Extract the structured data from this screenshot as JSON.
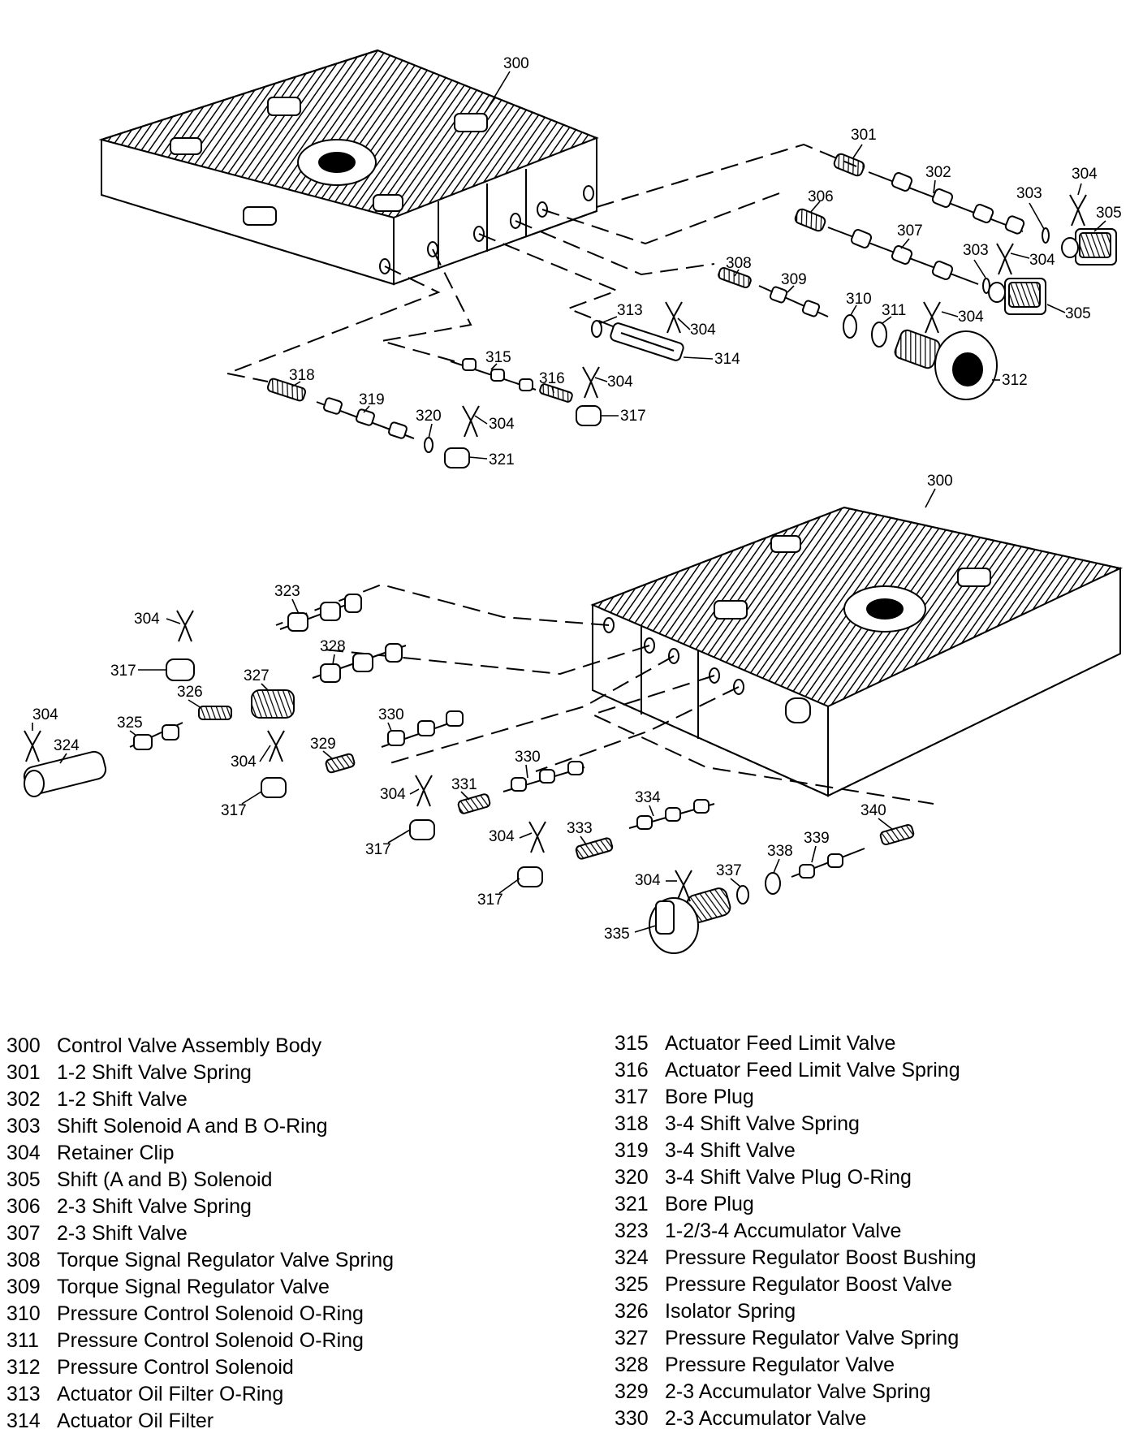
{
  "callouts": {
    "c300a": "300",
    "c301": "301",
    "c302": "302",
    "c303a": "303",
    "c304a": "304",
    "c305a": "305",
    "c306": "306",
    "c307": "307",
    "c303b": "303",
    "c304b": "304",
    "c305b": "305",
    "c308": "308",
    "c309": "309",
    "c310": "310",
    "c311": "311",
    "c304c": "304",
    "c312": "312",
    "c313": "313",
    "c304d": "304",
    "c314": "314",
    "c315": "315",
    "c316": "316",
    "c304e": "304",
    "c317a": "317",
    "c318": "318",
    "c319": "319",
    "c320": "320",
    "c304f": "304",
    "c321": "321",
    "c300b": "300",
    "c323": "323",
    "c304g": "304",
    "c317b": "317",
    "c328": "328",
    "c327": "327",
    "c326": "326",
    "c325": "325",
    "c304h": "304",
    "c324": "324",
    "c330a": "330",
    "c329": "329",
    "c304i": "304",
    "c317c": "317",
    "c330b": "330",
    "c331": "331",
    "c304j": "304",
    "c317d": "317",
    "c334": "334",
    "c333": "333",
    "c304k": "304",
    "c317e": "317",
    "c340": "340",
    "c339": "339",
    "c338": "338",
    "c337": "337",
    "c304l": "304",
    "c335": "335"
  },
  "legend": {
    "left": [
      {
        "num": "300",
        "name": "Control Valve Assembly Body"
      },
      {
        "num": "301",
        "name": "1-2 Shift Valve Spring"
      },
      {
        "num": "302",
        "name": "1-2 Shift Valve"
      },
      {
        "num": "303",
        "name": "Shift Solenoid A and B O-Ring"
      },
      {
        "num": "304",
        "name": "Retainer Clip"
      },
      {
        "num": "305",
        "name": "Shift (A and B) Solenoid"
      },
      {
        "num": "306",
        "name": "2-3 Shift Valve Spring"
      },
      {
        "num": "307",
        "name": "2-3 Shift Valve"
      },
      {
        "num": "308",
        "name": "Torque Signal Regulator Valve Spring"
      },
      {
        "num": "309",
        "name": "Torque Signal Regulator Valve"
      },
      {
        "num": "310",
        "name": "Pressure Control Solenoid O-Ring"
      },
      {
        "num": "311",
        "name": "Pressure Control Solenoid O-Ring"
      },
      {
        "num": "312",
        "name": "Pressure Control Solenoid"
      },
      {
        "num": "313",
        "name": "Actuator Oil Filter O-Ring"
      },
      {
        "num": "314",
        "name": "Actuator Oil Filter"
      }
    ],
    "right": [
      {
        "num": "315",
        "name": "Actuator Feed Limit Valve"
      },
      {
        "num": "316",
        "name": "Actuator Feed Limit Valve Spring"
      },
      {
        "num": "317",
        "name": "Bore Plug"
      },
      {
        "num": "318",
        "name": "3-4 Shift Valve Spring"
      },
      {
        "num": "319",
        "name": "3-4 Shift Valve"
      },
      {
        "num": "320",
        "name": "3-4 Shift Valve Plug O-Ring"
      },
      {
        "num": "321",
        "name": "Bore Plug"
      },
      {
        "num": "323",
        "name": "1-2/3-4 Accumulator Valve"
      },
      {
        "num": "324",
        "name": "Pressure Regulator Boost Bushing"
      },
      {
        "num": "325",
        "name": "Pressure Regulator Boost Valve"
      },
      {
        "num": "326",
        "name": "Isolator Spring"
      },
      {
        "num": "327",
        "name": "Pressure Regulator Valve Spring"
      },
      {
        "num": "328",
        "name": "Pressure Regulator Valve"
      },
      {
        "num": "329",
        "name": "2-3 Accumulator Valve Spring"
      },
      {
        "num": "330",
        "name": "2-3 Accumulator Valve"
      }
    ]
  }
}
